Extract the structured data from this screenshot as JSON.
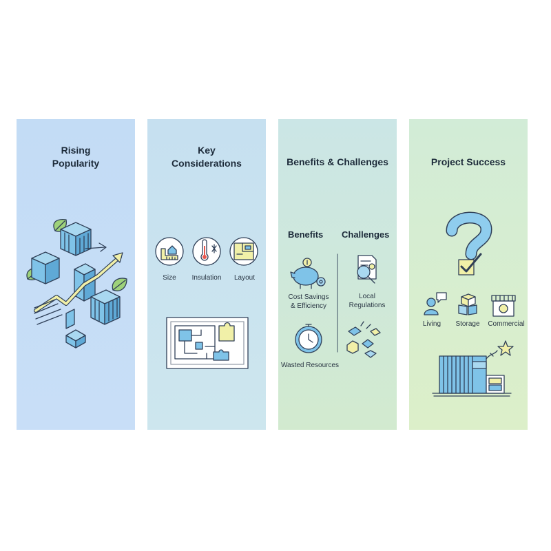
{
  "panels": [
    {
      "title_lines": [
        "Rising",
        "Popularity"
      ]
    },
    {
      "title_lines": [
        "Key",
        "Considerations"
      ],
      "icons": [
        {
          "label": "Size"
        },
        {
          "label": "Insulation"
        },
        {
          "label": "Layout"
        }
      ]
    },
    {
      "title_lines": [
        "Benefits & Challenges"
      ],
      "benefits_header": "Benefits",
      "challenges_header": "Challenges",
      "benefits": [
        {
          "label_lines": [
            "Cost Savings",
            "& Efficiency"
          ]
        },
        {
          "label_lines": [
            "Wasted Resources"
          ]
        }
      ],
      "challenges": [
        {
          "label_lines": [
            "Local",
            "Regulations"
          ]
        }
      ]
    },
    {
      "title_lines": [
        "Project Success"
      ],
      "uses": [
        {
          "label": "Living"
        },
        {
          "label": "Storage"
        },
        {
          "label": "Commercial"
        }
      ]
    }
  ],
  "colors": {
    "outline": "#2f3f57",
    "container_blue": "#7fc3e8",
    "leaf_green": "#9ed27a",
    "accent_yellow": "#f1f0a8",
    "question_mark": "#8fcdee"
  }
}
